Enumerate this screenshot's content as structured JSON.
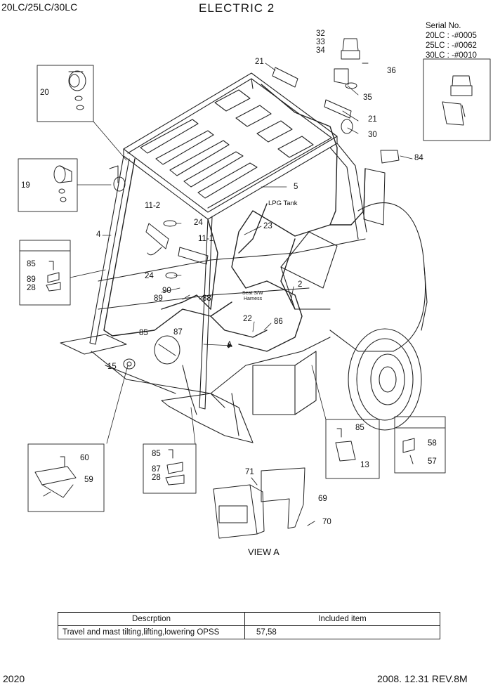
{
  "header": {
    "model": "20LC/25LC/30LC",
    "title": "ELECTRIC 2"
  },
  "serial": {
    "heading": "Serial No.",
    "lines": [
      "20LC : -#0005",
      "25LC : -#0062",
      "30LC : -#0010"
    ]
  },
  "diagram": {
    "view_label": "VIEW A",
    "view_marker": "A",
    "annotations": {
      "lpg": "LPG Tank",
      "seat_sw_1": "Seat S/W",
      "seat_sw_2": "Harness"
    },
    "callouts": [
      "32",
      "33",
      "34",
      "36",
      "21",
      "35",
      "21",
      "30",
      "84",
      "20",
      "19",
      "5",
      "11-2",
      "24",
      "23",
      "4",
      "11-1",
      "24",
      "2",
      "90",
      "89",
      "88",
      "85",
      "89",
      "28",
      "22",
      "86",
      "85",
      "87",
      "15",
      "85",
      "58",
      "13",
      "57",
      "60",
      "85",
      "59",
      "87",
      "28",
      "71",
      "69",
      "70"
    ]
  },
  "table": {
    "headers": [
      "Descrption",
      "Included item"
    ],
    "rows": [
      {
        "description": "Travel and mast tilting,lifting,lowering OPSS",
        "items": "57,58"
      }
    ]
  },
  "footer": {
    "page": "2020",
    "revision": "2008. 12.31  REV.8M"
  }
}
